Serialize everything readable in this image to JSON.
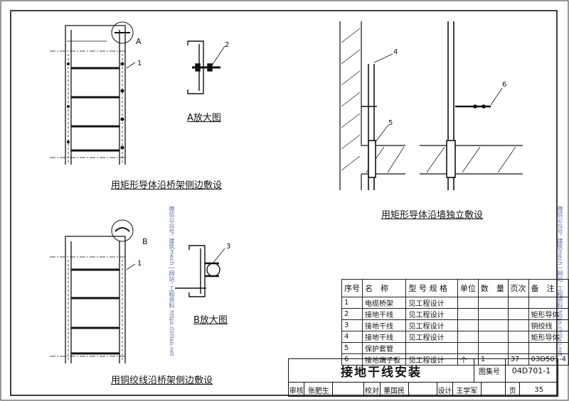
{
  "drawings": {
    "label_a": "A",
    "label_b": "B",
    "detail_a_caption": "A放大图",
    "detail_b_caption": "B放大图",
    "caption_1": "用矩形导体沿桥架侧边敷设",
    "caption_2": "用铜绞线沿桥架侧边敷设",
    "caption_3": "用矩形导体沿墙独立敷设",
    "callouts": [
      "1",
      "2",
      "1",
      "3",
      "4",
      "5",
      "6"
    ]
  },
  "watermark": {
    "left": "微信公众号: 建筑mech  |  网站: 工程资料 https://ziliao.net",
    "right": "微信公众号: 建筑mech  |  网站: 工程资料 https://ziliao.net"
  },
  "parts_table": {
    "headers": [
      "序号",
      "名　称",
      "型 号 规 格",
      "单位",
      "数　量",
      "页次",
      "备　注"
    ],
    "rows": [
      [
        "1",
        "电缆桥架",
        "见工程设计",
        "",
        "",
        "",
        ""
      ],
      [
        "2",
        "接地干线",
        "见工程设计",
        "",
        "",
        "",
        "矩形导体"
      ],
      [
        "3",
        "接地干线",
        "见工程设计",
        "",
        "",
        "",
        "铜绞线"
      ],
      [
        "4",
        "接地干线",
        "见工程设计",
        "",
        "",
        "",
        "矩形导体"
      ],
      [
        "5",
        "保护套管",
        "",
        "",
        "",
        "",
        ""
      ],
      [
        "6",
        "接地端子板",
        "见工程设计",
        "个",
        "1",
        "37",
        "03D501-4"
      ]
    ]
  },
  "title_block": {
    "title": "接地干线安装",
    "atlas_label": "图集号",
    "atlas_no": "04D701-1",
    "review_label": "审核",
    "reviewer": "张肥生",
    "check_label": "校对",
    "checker": "董国民",
    "design_label": "设计",
    "designer": "王学军",
    "page_label": "页",
    "page_no": "35"
  }
}
